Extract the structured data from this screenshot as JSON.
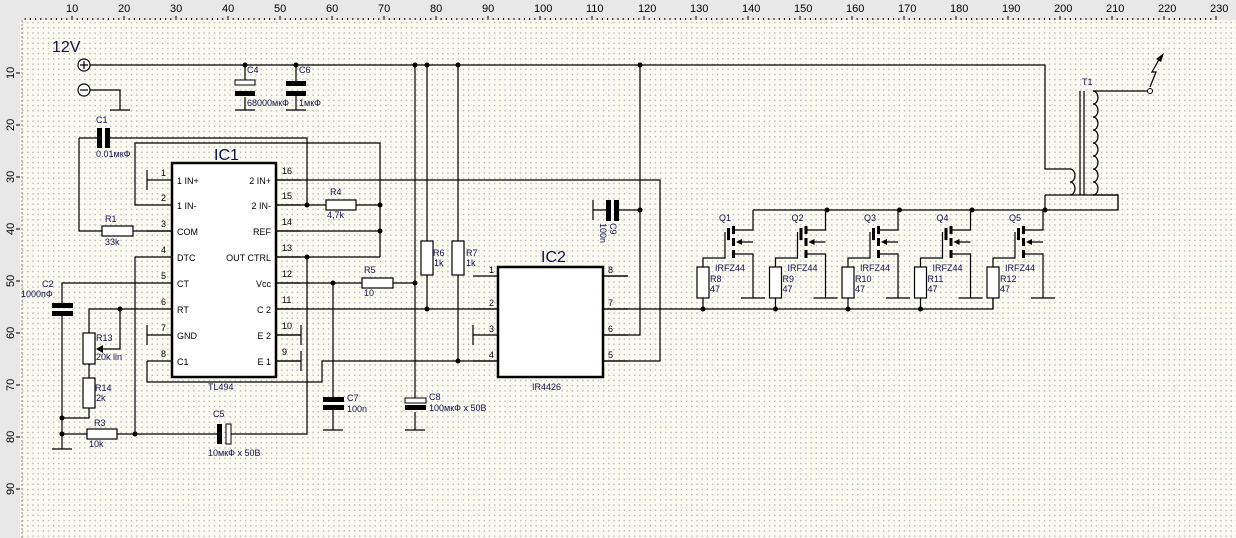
{
  "ruler": {
    "x_labels": [
      "10",
      "20",
      "30",
      "40",
      "50",
      "60",
      "70",
      "80",
      "90",
      "100",
      "110",
      "120",
      "130",
      "140",
      "150",
      "160",
      "170",
      "180",
      "190",
      "200",
      "210",
      "220",
      "230"
    ],
    "y_labels": [
      "10",
      "20",
      "30",
      "40",
      "50",
      "60",
      "70",
      "80",
      "90"
    ]
  },
  "power": {
    "label": "12V",
    "plus_icon": "plus-terminal-icon",
    "minus_icon": "minus-terminal-icon"
  },
  "ic1": {
    "ref": "IC1",
    "part": "TL494",
    "left_pins": [
      {
        "num": "1",
        "name": "1 IN+"
      },
      {
        "num": "2",
        "name": "1 IN-"
      },
      {
        "num": "3",
        "name": "COM"
      },
      {
        "num": "4",
        "name": "DTC"
      },
      {
        "num": "5",
        "name": "CT"
      },
      {
        "num": "6",
        "name": "RT"
      },
      {
        "num": "7",
        "name": "GND"
      },
      {
        "num": "8",
        "name": "C1"
      }
    ],
    "right_pins": [
      {
        "num": "16",
        "name": "2 IN+"
      },
      {
        "num": "15",
        "name": "2 IN-"
      },
      {
        "num": "14",
        "name": "REF"
      },
      {
        "num": "13",
        "name": "OUT CTRL"
      },
      {
        "num": "12",
        "name": "Vcc"
      },
      {
        "num": "11",
        "name": "C 2"
      },
      {
        "num": "10",
        "name": "E 2"
      },
      {
        "num": "9",
        "name": "E 1"
      }
    ]
  },
  "ic2": {
    "ref": "IC2",
    "part": "IR4426",
    "left_pins": [
      "1",
      "2",
      "3",
      "4"
    ],
    "right_pins": [
      "8",
      "7",
      "6",
      "5"
    ]
  },
  "components": {
    "C1": {
      "ref": "C1",
      "value": "0.01мкФ"
    },
    "C2": {
      "ref": "C2",
      "value": "1000пФ"
    },
    "C4": {
      "ref": "C4",
      "value": "68000мкФ"
    },
    "C5": {
      "ref": "C5",
      "value": "10мкФ x 50В"
    },
    "C6": {
      "ref": "C6",
      "value": "1мкФ"
    },
    "C7": {
      "ref": "C7",
      "value": "100n"
    },
    "C8": {
      "ref": "C8",
      "value": "100мкФ x 50В"
    },
    "C9": {
      "ref": "C9",
      "value": "100n"
    },
    "R1": {
      "ref": "R1",
      "value": "33k"
    },
    "R3": {
      "ref": "R3",
      "value": "10k"
    },
    "R4": {
      "ref": "R4",
      "value": "4,7k"
    },
    "R5": {
      "ref": "R5",
      "value": "10"
    },
    "R6": {
      "ref": "R6",
      "value": "1k"
    },
    "R7": {
      "ref": "R7",
      "value": "1k"
    },
    "R13": {
      "ref": "R13",
      "value": "20k lin"
    },
    "R14": {
      "ref": "R14",
      "value": "2k"
    },
    "T1": {
      "ref": "T1"
    }
  },
  "mosfets": [
    {
      "ref": "Q1",
      "part": "IRFZ44",
      "res_ref": "R8",
      "res_value": "47"
    },
    {
      "ref": "Q2",
      "part": "IRFZ44",
      "res_ref": "R9",
      "res_value": "47"
    },
    {
      "ref": "Q3",
      "part": "IRFZ44",
      "res_ref": "R10",
      "res_value": "47"
    },
    {
      "ref": "Q4",
      "part": "IRFZ44",
      "res_ref": "R11",
      "res_value": "47"
    },
    {
      "ref": "Q5",
      "part": "IRFZ44",
      "res_ref": "R12",
      "res_value": "47"
    }
  ]
}
